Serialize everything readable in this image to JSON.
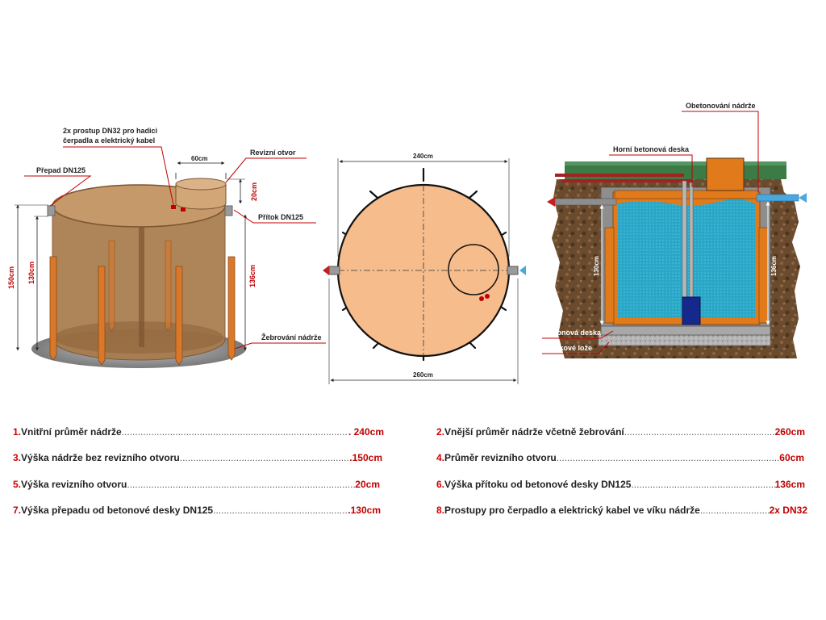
{
  "left_view": {
    "top_note_line1": "2x prostup DN32 pro hadici",
    "top_note_line2": "čerpadla a elektrický kabel",
    "overflow_label": "Přepad DN125",
    "inspection_label": "Revizní otvor",
    "inflow_label": "Přítok DN125",
    "ribbing_label": "Žebrování nádrže",
    "dim_60": "60cm",
    "dim_20": "20cm",
    "dim_150": "150cm",
    "dim_130": "130cm",
    "dim_136": "136cm"
  },
  "top_view": {
    "dim_240": "240cm",
    "dim_260": "260cm"
  },
  "right_view": {
    "concreting_label": "Obetonování nádrže",
    "top_slab_label": "Horní betonová deska",
    "base_slab_label": "Betonová deska",
    "gravel_label": "Štěrkové lože",
    "dim_130": "130cm",
    "dim_136": "136cm"
  },
  "legend": [
    {
      "num": "1.",
      "text": "Vnitřní průměr nádrže",
      "value": ". 240cm"
    },
    {
      "num": "2.",
      "text": "Vnější průměr nádrže včetně žebrování",
      "value": "260cm"
    },
    {
      "num": "3.",
      "text": "Výška nádrže bez revizního otvoru",
      "value": ".150cm"
    },
    {
      "num": "4.",
      "text": "Průměr revizního otvoru",
      "value": "60cm"
    },
    {
      "num": "5.",
      "text": "Výška revizního otvoru",
      "value": "20cm"
    },
    {
      "num": "6.",
      "text": "Výška přítoku od betonové desky DN125",
      "value": "136cm"
    },
    {
      "num": "7.",
      "text": "Výška přepadu od betonové desky DN125",
      "value": ".130cm"
    },
    {
      "num": "8.",
      "text": "Prostupy pro čerpadlo a elektrický kabel ve víku nádrže",
      "value": "2x DN32"
    }
  ],
  "colors": {
    "tank_body": "#a87a4c",
    "tank_top": "#c6996a",
    "ribs": "#d9782a",
    "top_view_fill": "#f6bc8c",
    "water": "#2aa6c6",
    "soil": "#6b4b2e",
    "grass": "#3c7a46",
    "slab": "#9a9a9a",
    "leader_lines": "#c00000",
    "inflow_arrow": "#4aa8e0",
    "outflow_arrow": "#c02020"
  }
}
